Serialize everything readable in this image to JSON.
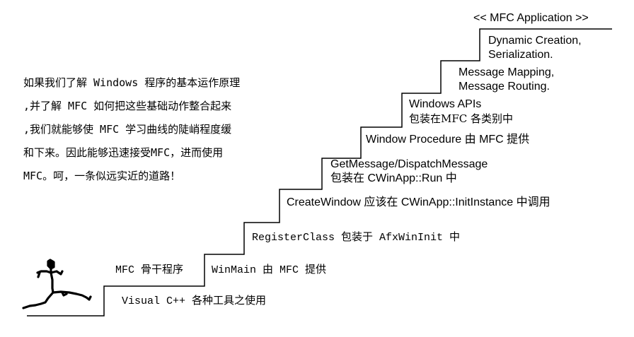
{
  "paragraph": [
    "如果我们了解 Windows 程序的基本运作原理",
    ",并了解 MFC 如何把这些基础动作整合起来",
    ",我们就能够使 MFC 学习曲线的陡峭程度缓",
    "和下来。因此能够迅速接受MFC，进而使用",
    "MFC。呵，一条似远实近的道路！"
  ],
  "steps": {
    "top": "<< MFC Application >>",
    "dynamic_1": "Dynamic Creation,",
    "dynamic_2": "Serialization.",
    "message_1": "Message Mapping,",
    "message_2": "Message Routing.",
    "winapi_1": "Windows APIs",
    "winapi_2": "包装在MFC 各类别中",
    "winproc": "Window Procedure 由 MFC 提供",
    "getmsg_1": "GetMessage/DispatchMessage",
    "getmsg_2": "包装在 CWinApp::Run 中",
    "createwin": "CreateWindow 应该在 CWinApp::InitInstance 中调用",
    "registerclass": "RegisterClass 包装于 AfxWinInit 中",
    "winmain_a": "MFC 骨干程序",
    "winmain_b": "WinMain 由 MFC 提供",
    "visual": "Visual C++ 各种工具之使用"
  },
  "figure": {
    "icon": "running-stick-figure-icon",
    "color": "#000000"
  }
}
